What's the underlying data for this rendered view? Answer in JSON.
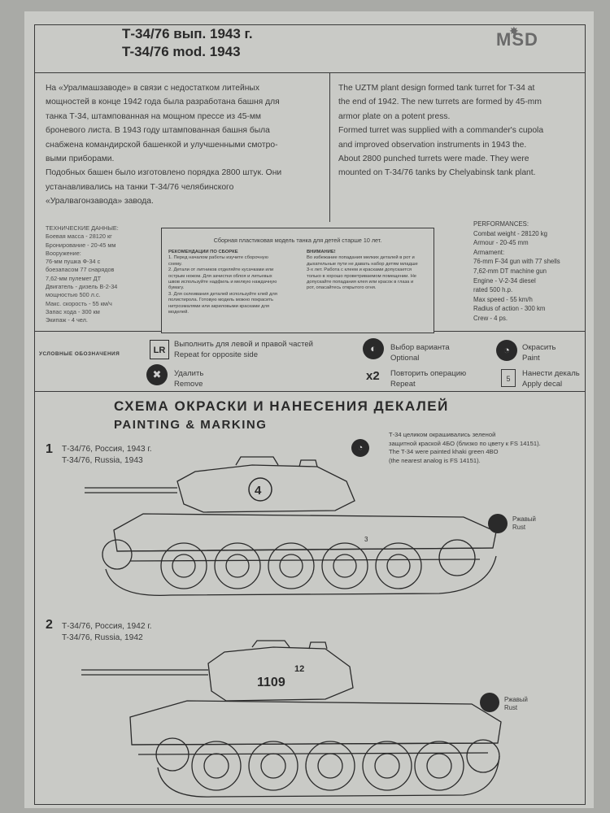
{
  "header": {
    "title_ru": "Т-34/76 вып. 1943 г.",
    "title_en": "T-34/76 mod. 1943",
    "logo": "MSD"
  },
  "intro": {
    "ru_lines": [
      "На «Уралмашзаводе» в связи с недостатком литейных",
      "мощностей в конце 1942 года была разработана башня для",
      "танка Т-34, штампованная на мощном прессе из 45-мм",
      "броневого листа. В 1943 году штампованная башня была",
      "снабжена командирской башенкой и улучшенными смотро-",
      "выми приборами.",
      "Подобных башен было изготовлено порядка 2800 штук. Они",
      "устанавливались на танки Т-34/76 челябинского",
      "«Уралвагонзавода» завода."
    ],
    "en_lines": [
      "The UZTM plant design formed tank turret for T-34 at",
      "the end of 1942. The new turrets are formed by 45-mm",
      "armor plate on a potent press.",
      "Formed turret was supplied with a commander's cupola",
      "and improved observation instruments in 1943 the.",
      "About 2800 punched turrets were made. They were",
      "mounted on T-34/76 tanks by Chelyabinsk tank plant."
    ]
  },
  "specs_ru": [
    "ТЕХНИЧЕСКИЕ ДАННЫЕ:",
    "Боевая масса - 28120 кг",
    "Бронирование - 20-45 мм",
    "Вооружение:",
    "76-мм пушка Ф-34 с",
    "боезапасом 77 снарядов",
    "7,62-мм пулемет ДТ",
    "Двигатель - дизель В-2-34",
    "мощностью 500 л.с.",
    "Макс. скорость - 55 км/ч",
    "Запас хода - 300 км",
    "Экипаж - 4 чел."
  ],
  "specs_en": [
    "PERFORMANCES:",
    "Combat weight - 28120 kg",
    "Armour - 20-45 mm",
    "Armament:",
    "76-mm F-34 gun with 77 shells",
    "7,62-mm DT machine gun",
    "Engine - V-2-34 diesel",
    "rated 500 h.p.",
    "Max speed - 55 km/h",
    "Radius of action - 300 km",
    "Crew - 4 ps."
  ],
  "notice": {
    "title": "Сборная пластиковая модель танка для детей старше 10 лет.",
    "left_heading": "РЕКОМЕНДАЦИИ ПО СБОРКЕ",
    "left_lines": [
      "1. Перед началом работы изучите сборочную",
      "схему.",
      "2. Детали от литников отделяйте кусачками или",
      "острым ножом. Для зачистки облоя и литьевых",
      "швов используйте надфиль и мелкую наждачную",
      "бумагу.",
      "3. Для склеивания деталей используйте клей для",
      "полистирола. Готовую модель можно покрасить",
      "нитроэмалями или акриловыми красками для",
      "моделей."
    ],
    "right_heading": "ВНИМАНИЕ!",
    "right_lines": [
      "Во избежание попадания мелких деталей в рот и",
      "дыхательные пути не давать набор детям младше",
      "3-х лет. Работа с клеем и красками допускается",
      "только в хорошо проветриваемом помещении. Не",
      "допускайте попадания клея или красок в глаза и",
      "рот, опасайтесь открытого огня."
    ]
  },
  "legend": {
    "title": "УСЛОВНЫЕ ОБОЗНАЧЕНИЯ",
    "items": [
      {
        "icon": "lr-icon",
        "glyph": "LR",
        "ru": "Выполнить для левой и правой частей",
        "en": "Repeat for opposite side"
      },
      {
        "icon": "option-icon",
        "glyph": "◐",
        "ru": "Выбор варианта",
        "en": "Optional"
      },
      {
        "icon": "paint-icon",
        "glyph": "◔",
        "ru": "Окрасить",
        "en": "Paint"
      },
      {
        "icon": "remove-icon",
        "glyph": "✖",
        "ru": "Удалить",
        "en": "Remove"
      },
      {
        "icon": "repeat-icon",
        "glyph": "x2",
        "ru": "Повторить операцию",
        "en": "Repeat"
      },
      {
        "icon": "decal-icon",
        "glyph": "5",
        "ru": "Нанести декаль",
        "en": "Apply decal"
      }
    ]
  },
  "painting": {
    "title_ru": "СХЕМА ОКРАСКИ И НАНЕСЕНИЯ ДЕКАЛЕЙ",
    "title_en": "PAINTING & MARKING",
    "color_note": [
      "Т-34   целиком окрашивались зеленой",
      "защитной краской 4БО (близко по цвету к FS 14151).",
      "The  T-34  were painted khaki green 4BO",
      "(the nearest analog is FS 14151)."
    ],
    "rust_ru": "Ржавый",
    "rust_en": "Rust",
    "variants": [
      {
        "num": "1",
        "ru": "Т-34/76, Россия, 1943 г.",
        "en": "T-34/76, Russia, 1943",
        "marking": "4",
        "part_label": "3"
      },
      {
        "num": "2",
        "ru": "Т-34/76, Россия, 1942 г.",
        "en": "T-34/76, Russia, 1942",
        "marking": "1109",
        "marking_sup": "12"
      }
    ]
  }
}
